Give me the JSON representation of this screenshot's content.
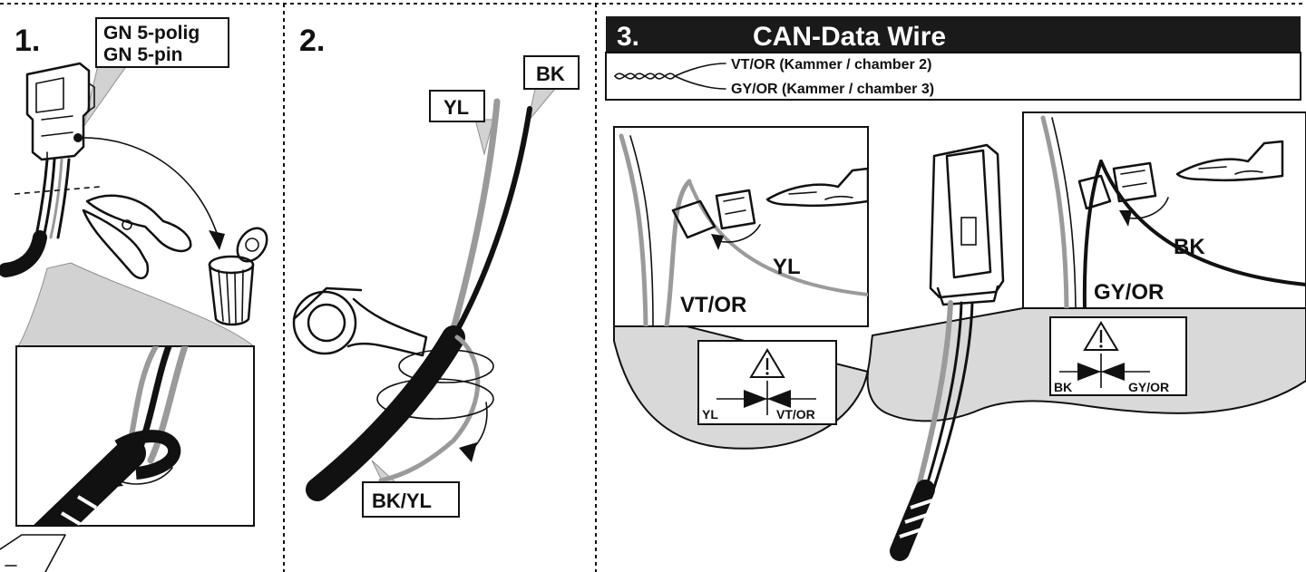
{
  "colors": {
    "ink": "#111111",
    "grey_wire": "#9a9a9a",
    "light_grey": "#d9d9d9",
    "header_bg": "#1a1a1a",
    "header_text": "#ffffff"
  },
  "step1": {
    "number": "1.",
    "label_line1": "GN 5-polig",
    "label_line2": "GN 5-pin"
  },
  "step2": {
    "number": "2.",
    "label_yl": "YL",
    "label_bk": "BK",
    "label_bk_yl": "BK/YL"
  },
  "step3": {
    "number": "3.",
    "title": "CAN-Data Wire",
    "legend_line1": "VT/OR (Kammer / chamber 2)",
    "legend_line2": "GY/OR (Kammer / chamber 3)",
    "left_detail": {
      "label_yl": "YL",
      "label_vtor": "VT/OR",
      "warn_left": "YL",
      "warn_right": "VT/OR"
    },
    "right_detail": {
      "label_bk": "BK",
      "label_gyor": "GY/OR",
      "warn_left": "BK",
      "warn_right": "GY/OR"
    }
  },
  "icons": [
    "warning-triangle-icon",
    "arrows-facing-icon",
    "trash-bin-icon",
    "scissors-cutter-icon",
    "tape-roll-icon",
    "twisted-pair-icon"
  ]
}
